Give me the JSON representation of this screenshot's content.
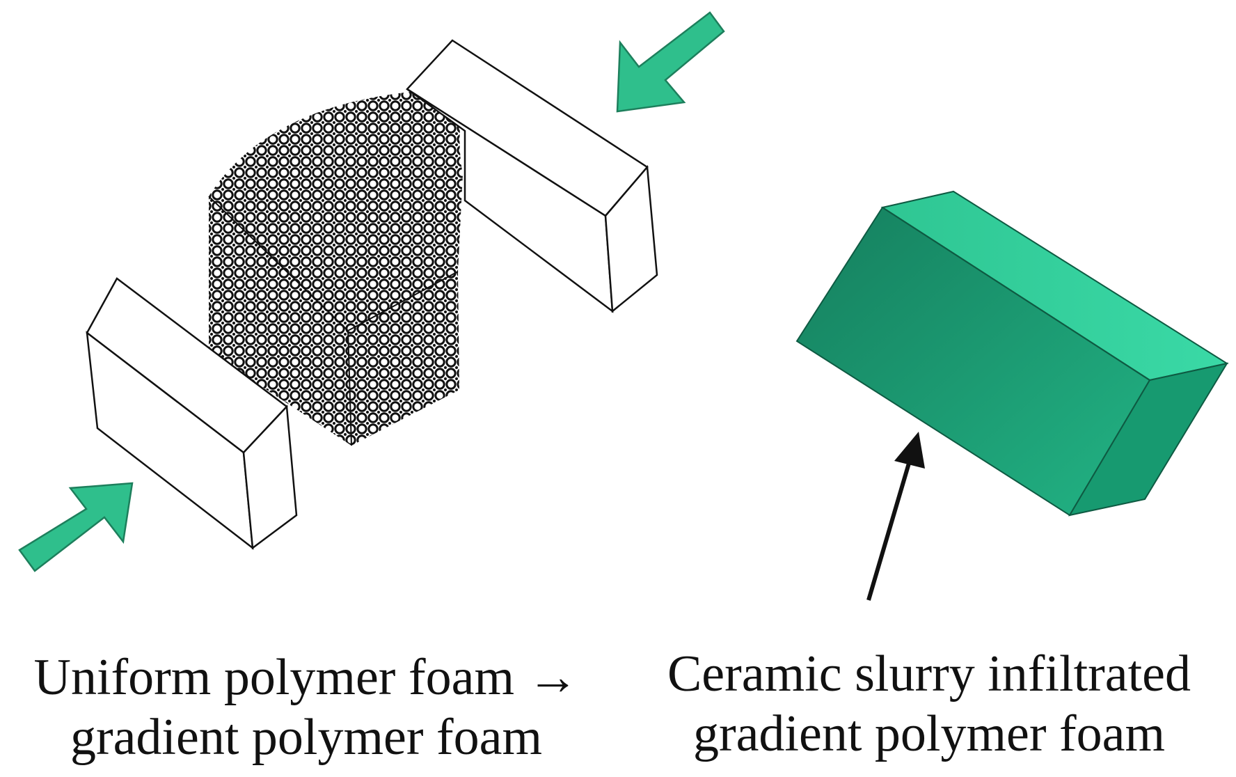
{
  "colors": {
    "arrow_fill": "#2fbf8c",
    "arrow_stroke": "#1d7f5c",
    "ceramic_top": "#35d19e",
    "ceramic_front": "#1aa77a",
    "ceramic_end": "#14956b",
    "foam_base": "#ffffff",
    "foam_dot": "#111111",
    "line": "#111111"
  },
  "icons": {
    "compression_arrows": "green-arrow-icon",
    "pointer_arrow": "black-arrow-icon"
  },
  "captions": {
    "left_line1": "Uniform polymer foam →",
    "left_line2": "gradient polymer foam",
    "right_line1": "Ceramic slurry infiltrated",
    "right_line2": "gradient polymer foam"
  }
}
